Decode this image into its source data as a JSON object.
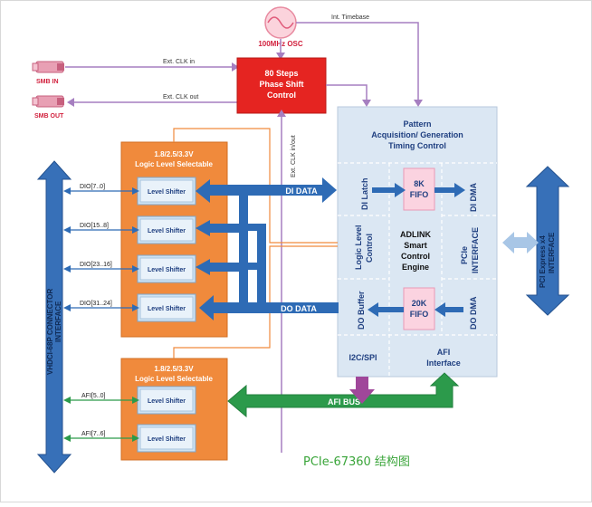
{
  "osc": {
    "label": "100MHz OSC",
    "timebase": "Int. Timebase"
  },
  "smb": {
    "in": "SMB IN",
    "out": "SMB OUT"
  },
  "clk": {
    "in": "Ext. CLK in",
    "out": "Ext. CLK out",
    "inout": "Ext. CLK in/out"
  },
  "phase_shift": {
    "line1": "80 Steps",
    "line2": "Phase Shift",
    "line3": "Control"
  },
  "pattern": {
    "line1": "Pattern",
    "line2": "Acquisition/ Generation",
    "line3": "Timing Control"
  },
  "logic_top": {
    "line1": "1.8/2.5/3.3V",
    "line2": "Logic Level Selectable"
  },
  "logic_bottom": {
    "line1": "1.8/2.5/3.3V",
    "line2": "Logic Level Selectable"
  },
  "level_shifter": "Level Shifter",
  "dio": [
    "DIO[7..0]",
    "DIO[15..8]",
    "DIO[23..16]",
    "DIO[31..24]"
  ],
  "afi_lines": [
    "AFI[5..0]",
    "AFI[7..6]"
  ],
  "connector": {
    "line1": "VHDCI-68P CONNECTOR",
    "line2": "INTERFACE"
  },
  "buses": {
    "di": "DI DATA",
    "do": "DO DATA",
    "afi": "AFI BUS"
  },
  "fpga": {
    "di_latch": "DI Latch",
    "fifo_8k": {
      "line1": "8K",
      "line2": "FIFO"
    },
    "di_dma": "DI DMA",
    "logic_level_control": {
      "line1": "Logic Level",
      "line2": "Control"
    },
    "engine": {
      "line1": "ADLINK",
      "line2": "Smart",
      "line3": "Control",
      "line4": "Engine"
    },
    "pcie_interface": {
      "line1": "PCIe",
      "line2": "INTERFACE"
    },
    "do_buffer": "DO Buffer",
    "fifo_20k": {
      "line1": "20K",
      "line2": "FIFO"
    },
    "do_dma": "DO DMA",
    "i2c_spi": "I2C/SPI",
    "afi_interface": {
      "line1": "AFI",
      "line2": "Interface"
    }
  },
  "pci_express": {
    "line1": "PCI Express x4",
    "line2": "INTERFACE"
  },
  "caption": "PCIe-67360 结构图",
  "colors": {
    "orange": "#f08a3c",
    "red": "#e52421",
    "light_blue": "#dbe7f3",
    "blue_bus": "#2e6bb5",
    "green_bus": "#2c9a4b",
    "purple": "#a67fc0",
    "navy": "#1f3f80"
  }
}
